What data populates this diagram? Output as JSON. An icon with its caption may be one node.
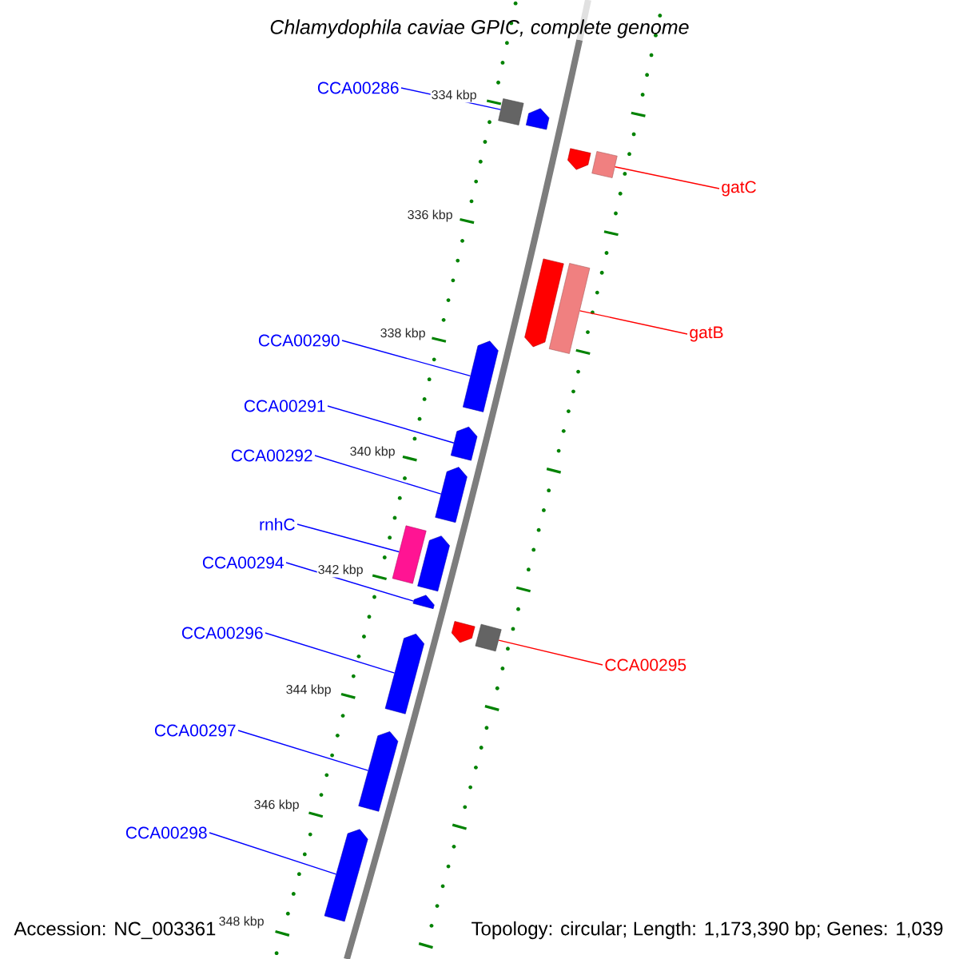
{
  "diagram": {
    "title": "Chlamydophila caviae GPIC, complete genome",
    "nodes": [
      {
        "text": [
          "CCA00286"
        ]
      },
      {
        "text": [],
        "shape": "box"
      },
      {
        "text": [],
        "shape": "arrow"
      },
      {
        "text": [],
        "shape": "arrow"
      },
      {
        "text": [],
        "shape": "box"
      },
      {
        "text": [
          "gatC"
        ]
      },
      {
        "text": [],
        "shape": "arrow"
      },
      {
        "text": [],
        "shape": "box"
      },
      {
        "text": [
          "gatB"
        ]
      },
      {
        "text": [
          "CCA00290"
        ]
      },
      {
        "text": [],
        "shape": "arrow"
      },
      {
        "text": [
          "CCA00291"
        ]
      },
      {
        "text": [],
        "shape": "arrow"
      },
      {
        "text": [
          "CCA00292"
        ]
      },
      {
        "text": [],
        "shape": "arrow"
      },
      {
        "text": [
          "rnhC"
        ]
      },
      {
        "text": [],
        "shape": "box"
      },
      {
        "text": [],
        "shape": "arrow"
      },
      {
        "text": [
          "CCA00294"
        ]
      },
      {
        "text": [],
        "shape": "arrow"
      },
      {
        "text": [],
        "shape": "arrow"
      },
      {
        "text": [],
        "shape": "box"
      },
      {
        "text": [
          "CCA00295"
        ]
      },
      {
        "text": [
          "CCA00296"
        ]
      },
      {
        "text": [],
        "shape": "arrow"
      },
      {
        "text": [
          "CCA00297"
        ]
      },
      {
        "text": [],
        "shape": "arrow"
      },
      {
        "text": [
          "CCA00298"
        ]
      },
      {
        "text": [],
        "shape": "arrow"
      }
    ],
    "edges": [
      {
        "from": 0,
        "to": 1,
        "arrow": "none"
      },
      {
        "from": 5,
        "to": 4,
        "arrow": "none",
        "color": "#ff0000"
      },
      {
        "from": 8,
        "to": 7,
        "arrow": "none",
        "color": "#ff0000"
      },
      {
        "from": 9,
        "to": 10,
        "arrow": "none"
      },
      {
        "from": 11,
        "to": 12,
        "arrow": "none"
      },
      {
        "from": 13,
        "to": 14,
        "arrow": "none"
      },
      {
        "from": 15,
        "to": 16,
        "arrow": "none"
      },
      {
        "from": 18,
        "to": 19,
        "arrow": "none"
      },
      {
        "from": 22,
        "to": 21,
        "arrow": "none",
        "color": "#ff0000"
      },
      {
        "from": 23,
        "to": 24,
        "arrow": "none"
      },
      {
        "from": 25,
        "to": 26,
        "arrow": "none"
      },
      {
        "from": 27,
        "to": 28,
        "arrow": "none"
      }
    ],
    "labels": [
      "334 kbp",
      "336 kbp",
      "338 kbp",
      "340 kbp",
      "342 kbp",
      "344 kbp",
      "346 kbp",
      "348 kbp",
      "Accession: NC_003361",
      "Topology: circular; Length: 1,173,390 bp; Genes: 1,039"
    ]
  }
}
